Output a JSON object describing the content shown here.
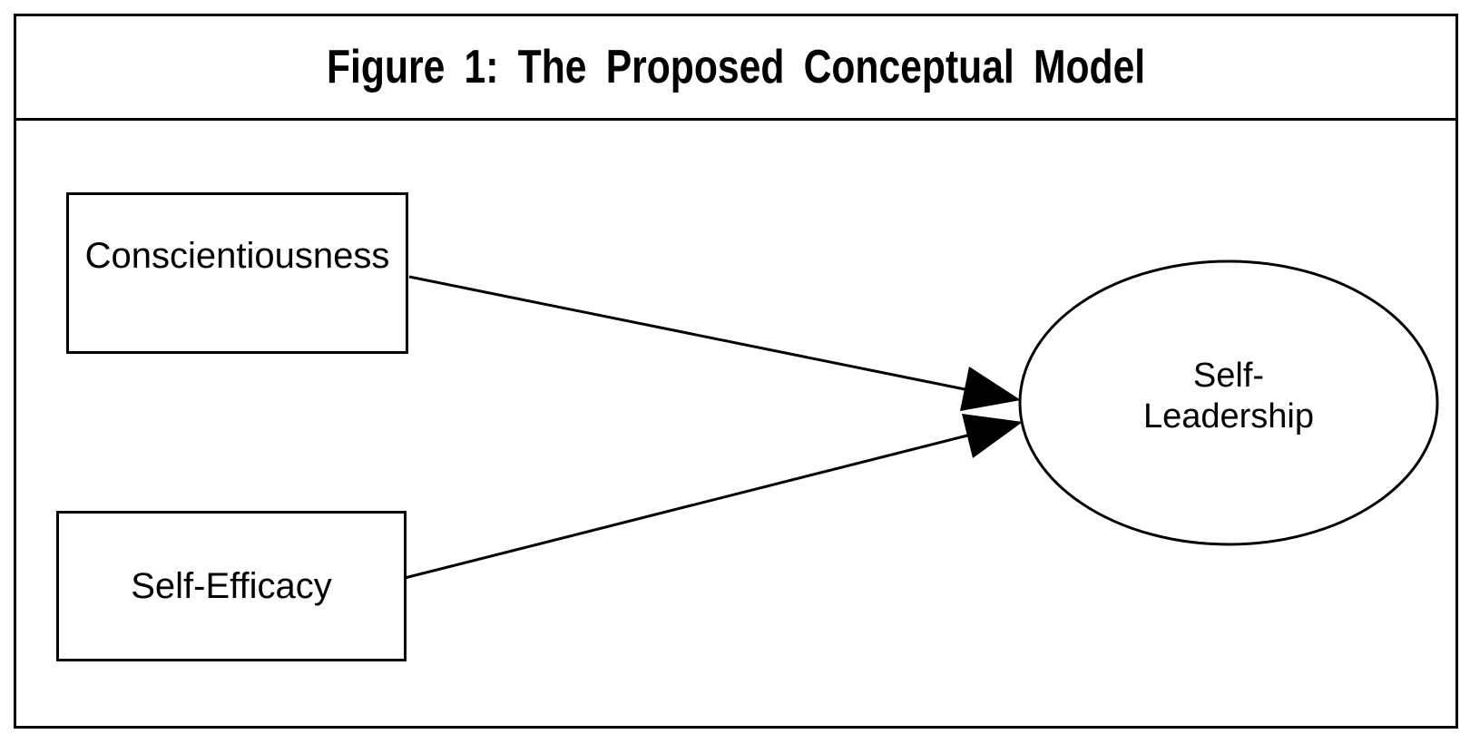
{
  "figure": {
    "title": "Figure 1: The Proposed Conceptual Model"
  },
  "diagram": {
    "nodes": {
      "conscientiousness": {
        "label": "Conscientiousness",
        "shape": "rectangle"
      },
      "self_efficacy": {
        "label": "Self-Efficacy",
        "shape": "rectangle"
      },
      "self_leadership": {
        "label_line1": "Self-",
        "label_line2": "Leadership",
        "shape": "ellipse"
      }
    },
    "edges": [
      {
        "from": "Conscientiousness",
        "to": "Self-Leadership",
        "style": "solid-line-filled-arrowhead"
      },
      {
        "from": "Self-Efficacy",
        "to": "Self-Leadership",
        "style": "solid-line-filled-arrowhead"
      }
    ],
    "colors": {
      "stroke": "#000000",
      "fill": "#ffffff",
      "text": "#000000"
    }
  }
}
